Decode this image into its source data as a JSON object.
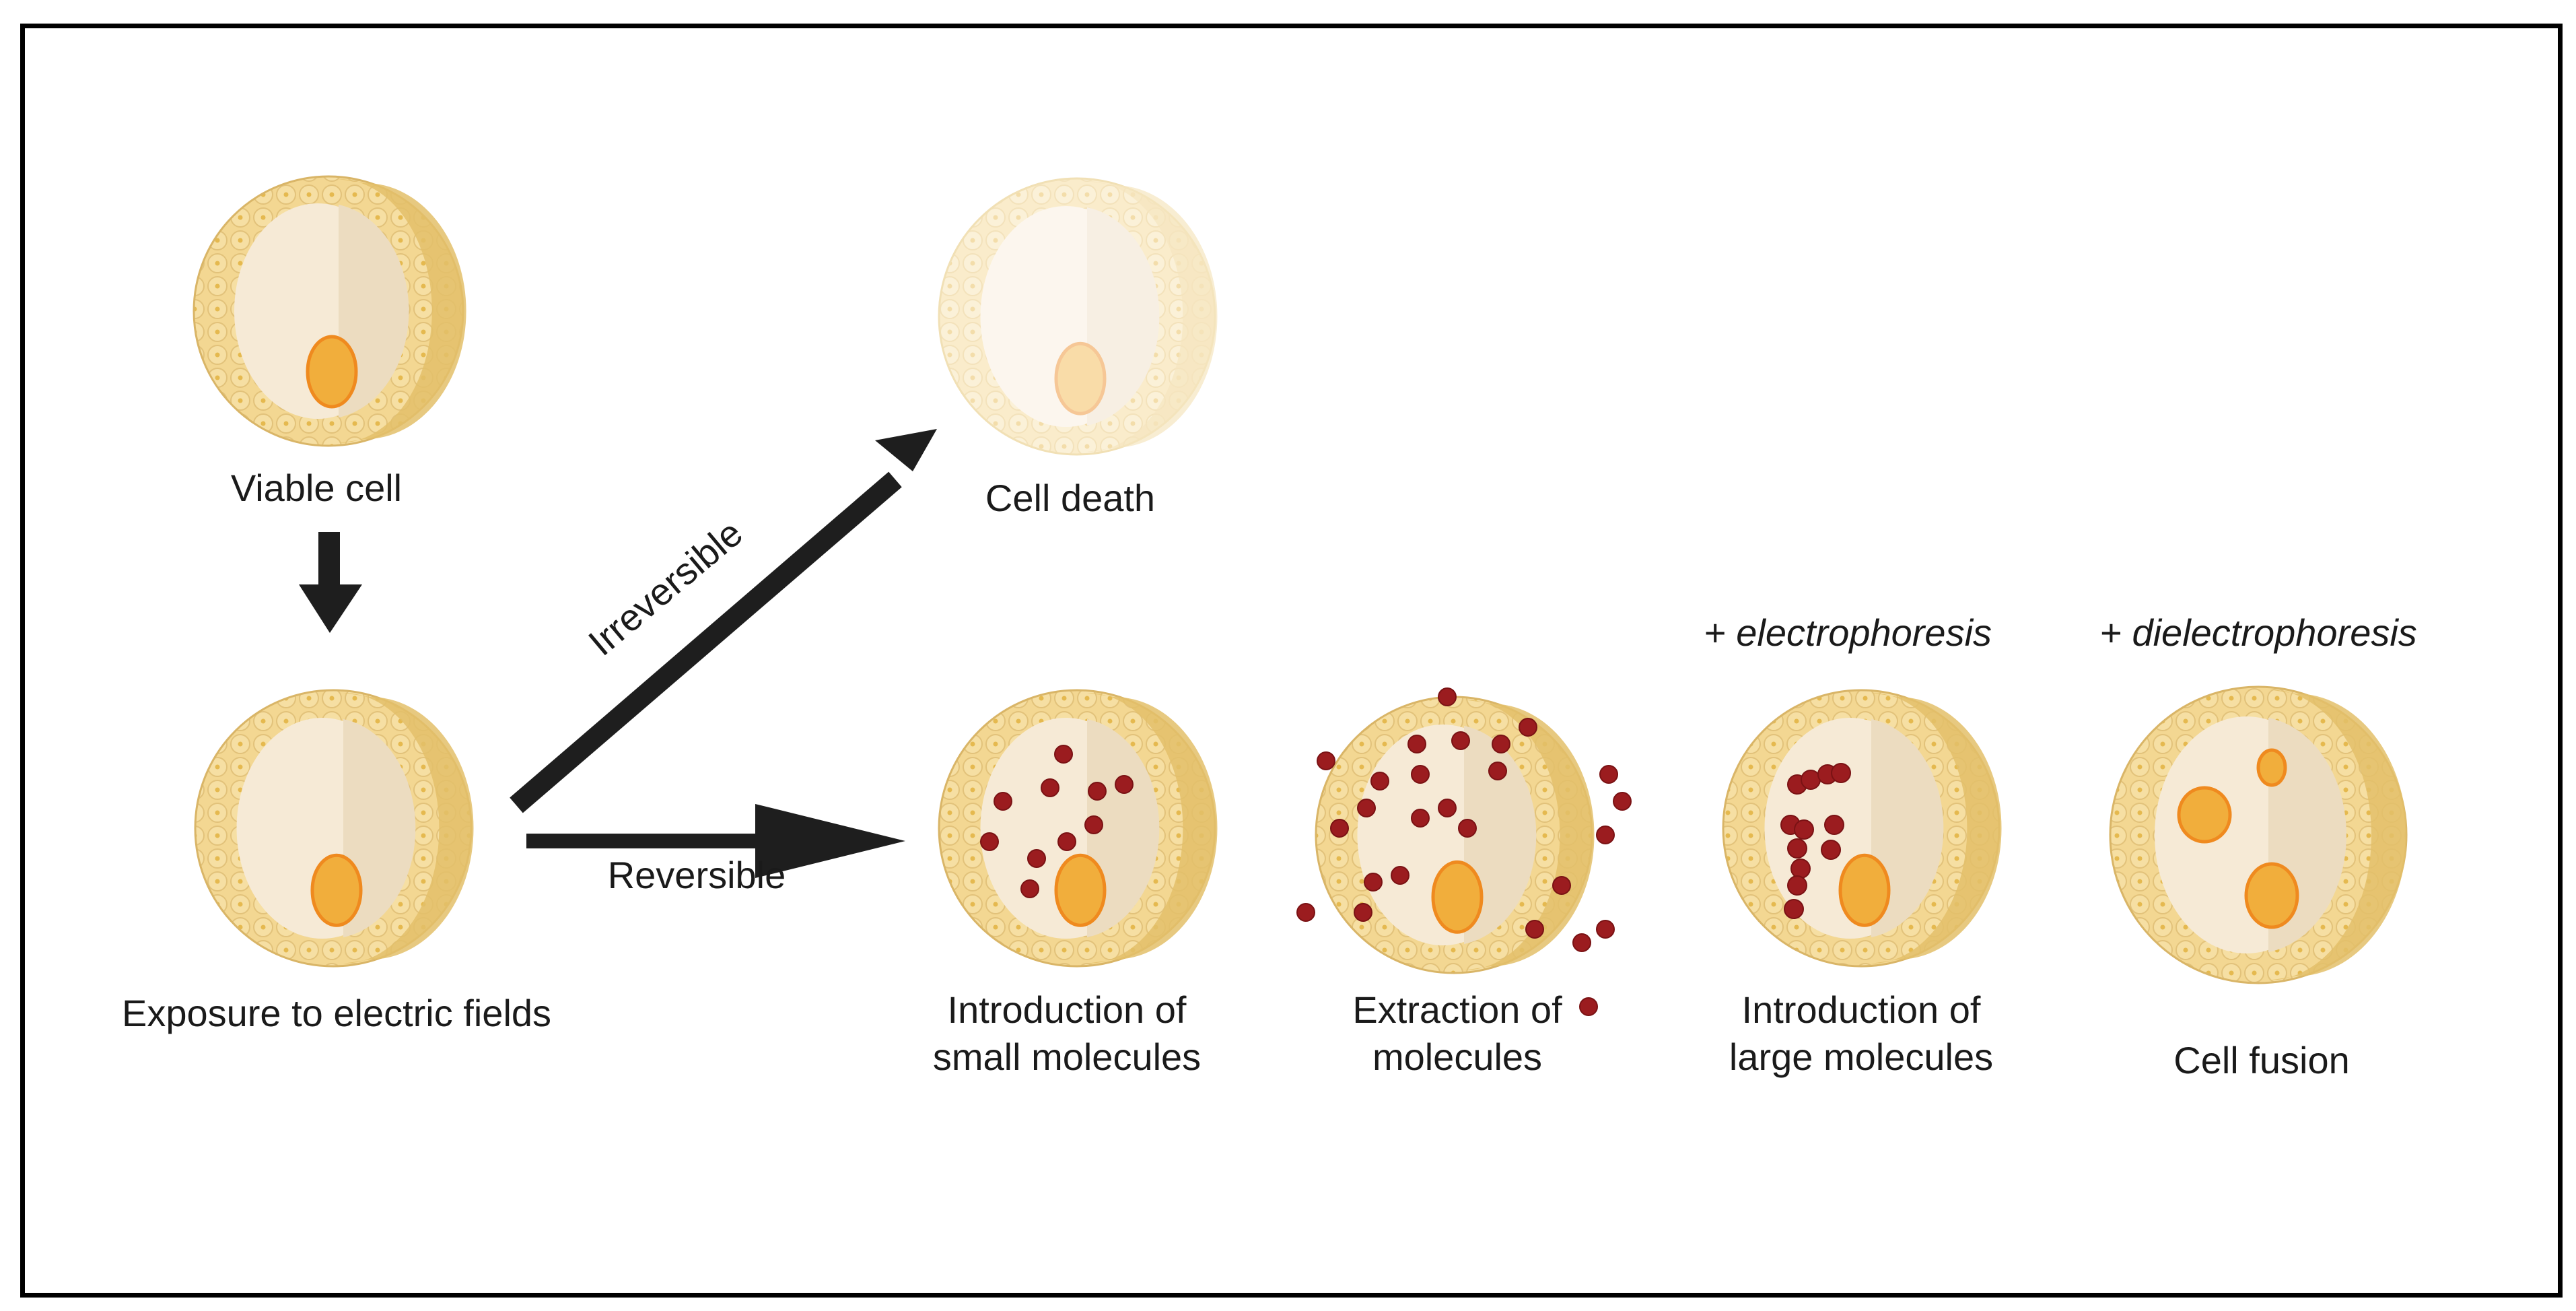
{
  "diagram": {
    "title": "Electroporation outcomes",
    "colors": {
      "frame": "#000000",
      "arrow": "#1e1e1e",
      "text": "#1a1a1a",
      "zona": "#f1d48f",
      "zona_dark": "#e3c06a",
      "zona_dot": "#e5b94f",
      "cytoplasm_light": "#f6ead6",
      "cytoplasm_shade": "#ecdcc0",
      "nucleus_fill": "#f1ae3c",
      "nucleus_stroke": "#ef8a1f",
      "molecule": "#9b1c1f",
      "molecule_stroke": "#7a1214"
    },
    "nodes": [
      {
        "id": "viable",
        "label": "Viable cell",
        "state": "normal",
        "nuclei": 1,
        "molecules": "none"
      },
      {
        "id": "exposure",
        "label": "Exposure to electric fields",
        "state": "normal",
        "nuclei": 1,
        "molecules": "none"
      },
      {
        "id": "death",
        "label": "Cell death",
        "state": "faded",
        "nuclei": 1,
        "molecules": "none"
      },
      {
        "id": "small",
        "label_line1": "Introduction of",
        "label_line2": "small molecules",
        "state": "normal",
        "nuclei": 1,
        "molecules": "scattered-inside"
      },
      {
        "id": "extraction",
        "label_line1": "Extraction of",
        "label_line2": "molecules",
        "state": "normal",
        "nuclei": 1,
        "molecules": "inside-and-outside"
      },
      {
        "id": "large",
        "label_line1": "Introduction of",
        "label_line2": "large molecules",
        "modifier": "+ electrophoresis",
        "state": "normal",
        "nuclei": 1,
        "molecules": "clustered-inside"
      },
      {
        "id": "fusion",
        "label": "Cell fusion",
        "modifier": "+ dielectrophoresis",
        "state": "normal",
        "nuclei": 3,
        "molecules": "none"
      }
    ],
    "edges": [
      {
        "from": "viable",
        "to": "exposure",
        "label": ""
      },
      {
        "from": "exposure",
        "to": "death",
        "label": "Irreversible"
      },
      {
        "from": "exposure",
        "to": "small",
        "label": "Reversible"
      }
    ]
  }
}
